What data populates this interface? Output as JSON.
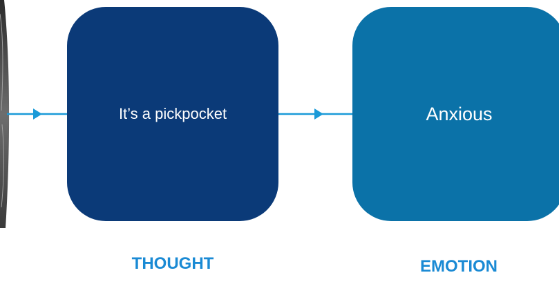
{
  "diagram": {
    "nodes": [
      {
        "id": "thought",
        "text": "It’s a pickpocket",
        "caption": "THOUGHT",
        "color": "#0b3a78"
      },
      {
        "id": "emotion",
        "text": "Anxious",
        "caption": "EMOTION",
        "color": "#0b72a8"
      }
    ],
    "connector_color": "#1a9ad8",
    "caption_color": "#1a8ad4"
  }
}
